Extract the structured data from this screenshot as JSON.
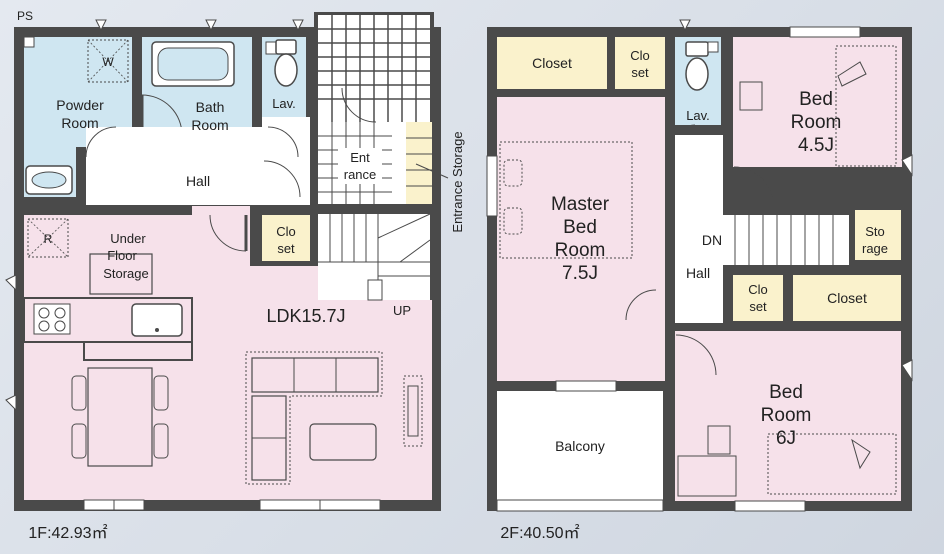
{
  "floor1": {
    "area_label": "1F:42.93㎡",
    "ps": "PS",
    "powder_room": [
      "Powder",
      "Room"
    ],
    "washer": "W",
    "bath_room": [
      "Bath",
      "Room"
    ],
    "lav": "Lav.",
    "hall": "Hall",
    "entrance": [
      "Ent",
      "rance"
    ],
    "entrance_storage": "Entrance Storage",
    "refrigerator": "R",
    "under_floor_storage": [
      "Under",
      "Floor",
      "Storage"
    ],
    "closet": [
      "Clo",
      "set"
    ],
    "ldk": "LDK15.7J",
    "stairs_up": "UP"
  },
  "floor2": {
    "area_label": "2F:40.50㎡",
    "closet_top": "Closet",
    "closet_small": [
      "Clo",
      "set"
    ],
    "lav": "Lav.",
    "bedroom_45": [
      "Bed",
      "Room",
      "4.5J"
    ],
    "master_bedroom": [
      "Master",
      "Bed",
      "Room",
      "7.5J"
    ],
    "stairs_down": "DN",
    "storage": [
      "Sto",
      "rage"
    ],
    "hall": "Hall",
    "closet_hall": [
      "Clo",
      "set"
    ],
    "closet_right": "Closet",
    "balcony": "Balcony",
    "bedroom_6": [
      "Bed",
      "Room",
      "6J"
    ]
  },
  "colors": {
    "wall": "#4a4a4a",
    "pink_room": "#f6e1ea",
    "blue_room": "#cfe6f1",
    "yellow_closet": "#faf2cc",
    "hall": "#ffffff"
  }
}
